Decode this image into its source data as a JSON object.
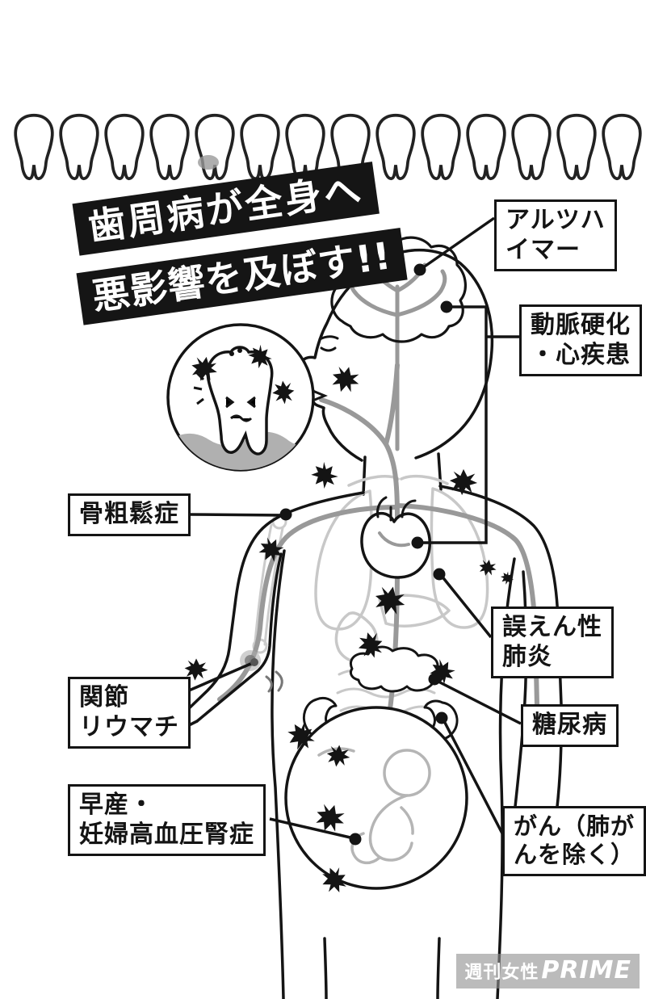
{
  "banner": {
    "line1": "歯周病が全身へ",
    "line2": "悪影響を及ぼす!!"
  },
  "labels": {
    "alzheimer": {
      "line1": "アルツハ",
      "line2": "イマー"
    },
    "artery_heart": {
      "line1": "動脈硬化",
      "line2": "・心疾患"
    },
    "osteoporosis": {
      "line1": "骨粗鬆症"
    },
    "aspiration_pneumonia": {
      "line1": "誤えん性",
      "line2": "肺炎"
    },
    "rheumatoid_arthritis": {
      "line1": "関節",
      "line2": "リウマチ"
    },
    "diabetes": {
      "line1": "糖尿病"
    },
    "premature_birth": {
      "line1": "早産・",
      "line2": "妊婦高血圧腎症"
    },
    "cancer": {
      "line1": "がん（肺が",
      "line2": "んを除く）"
    }
  },
  "watermark": {
    "brand": "週刊女性",
    "brand2": "PRIME"
  },
  "colors": {
    "ink": "#141414",
    "organ_gray": "#c8c8c8",
    "vessel_gray": "#999999",
    "banner_bg": "#151515"
  }
}
